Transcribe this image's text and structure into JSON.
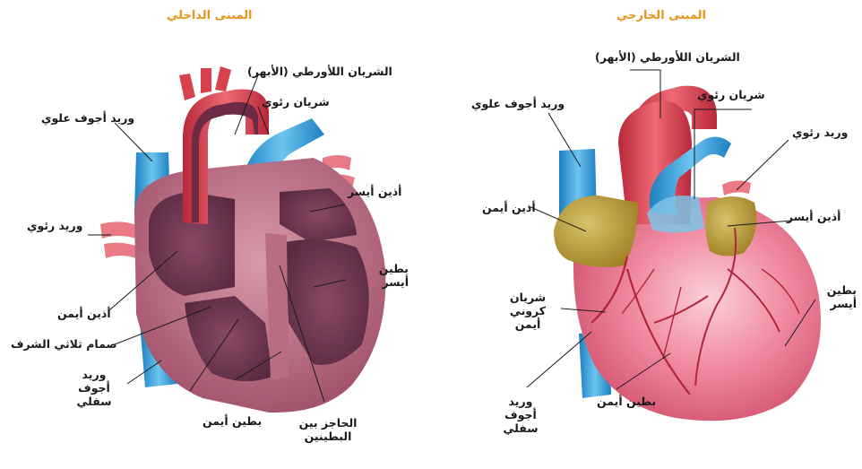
{
  "colors": {
    "title": "#e8931a",
    "artery": "#d8424e",
    "vein": "#3b9bd6",
    "atrium_external": "#b59a2e",
    "muscle_external": "#e6627a",
    "muscle_internal": "#b5657a",
    "chamber_internal": "#6c3550",
    "leader_line": "#1a1a1a"
  },
  "internal": {
    "title": "المبنى الداخلي",
    "labels": {
      "aorta": "الشريان اللأورطي (الأبهر)",
      "pulmonary_artery": "شريان رئوي",
      "superior_vena_cava": "وريد أجوف علوي",
      "left_atrium": "أذين أيسر",
      "pulmonary_vein": "وريد رئوي",
      "left_ventricle": "بطين أيسر",
      "right_atrium": "أذين أيمن",
      "tricuspid_valve": "صمام ثلاثي الشرف",
      "inferior_vena_cava": "وريد أجوف سفلي",
      "right_ventricle": "بطين أيمن",
      "septum": "الحاجز بين البطينين"
    }
  },
  "external": {
    "title": "المبنى الخارجي",
    "labels": {
      "aorta": "الشريان اللأورطي (الأبهر)",
      "pulmonary_artery": "شريان رئوي",
      "superior_vena_cava": "وريد أجوف علوي",
      "pulmonary_vein": "وريد رئوي",
      "right_atrium": "أذين أيمن",
      "left_atrium": "أذين أيسر",
      "coronary_artery": "شريان كروني أيمن",
      "left_ventricle": "بطين أيسر",
      "inferior_vena_cava": "وريد أجوف سفلي",
      "right_ventricle": "بطين أيمن"
    }
  }
}
